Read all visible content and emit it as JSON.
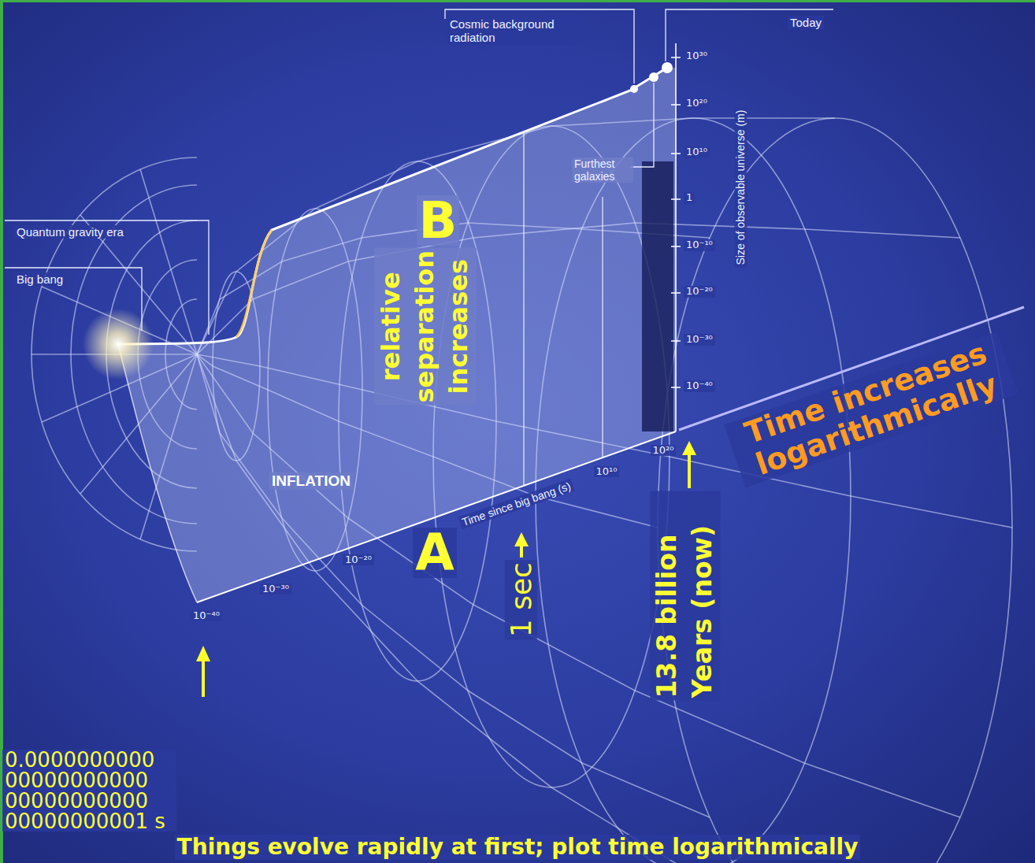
{
  "diagram": {
    "caption": "Things evolve rapidly at first; plot time logarithmically",
    "labels": [
      "Cosmic background radiation",
      "Today",
      "Quantum gravity era",
      "Big bang",
      "Furthest galaxies",
      "INFLATION",
      "Time since big bang (s)",
      "Size of observable universe (m)",
      "10³⁰",
      "10²⁰",
      "10¹⁰",
      "1",
      "10⁻¹⁰",
      "10⁻²⁰",
      "10⁻³⁰",
      "10⁻⁴⁰",
      "10⁻⁴⁰",
      "10⁻³⁰",
      "10⁻²⁰",
      "10¹⁰",
      "10²⁰",
      "B",
      "relative separation increases",
      "A",
      "1 sec",
      "13.8 billion Years (now)",
      "Time increases logarithmically",
      "0.0000000000 00000000000 00000000000 00000000001 s"
    ]
  }
}
